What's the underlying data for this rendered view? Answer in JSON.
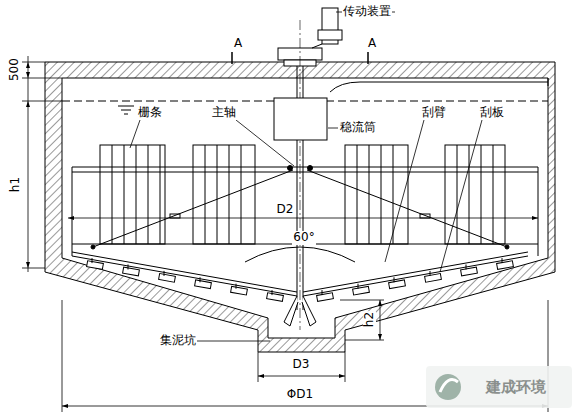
{
  "diagram": {
    "labels": [
      "传动装置",
      "A",
      "A",
      "500",
      "栅条",
      "主轴",
      "稳流筒",
      "刮臂",
      "刮板",
      "h1",
      "D2",
      "60°",
      "h2",
      "集泥坑",
      "D3",
      "ΦD1",
      "建成环境"
    ]
  }
}
